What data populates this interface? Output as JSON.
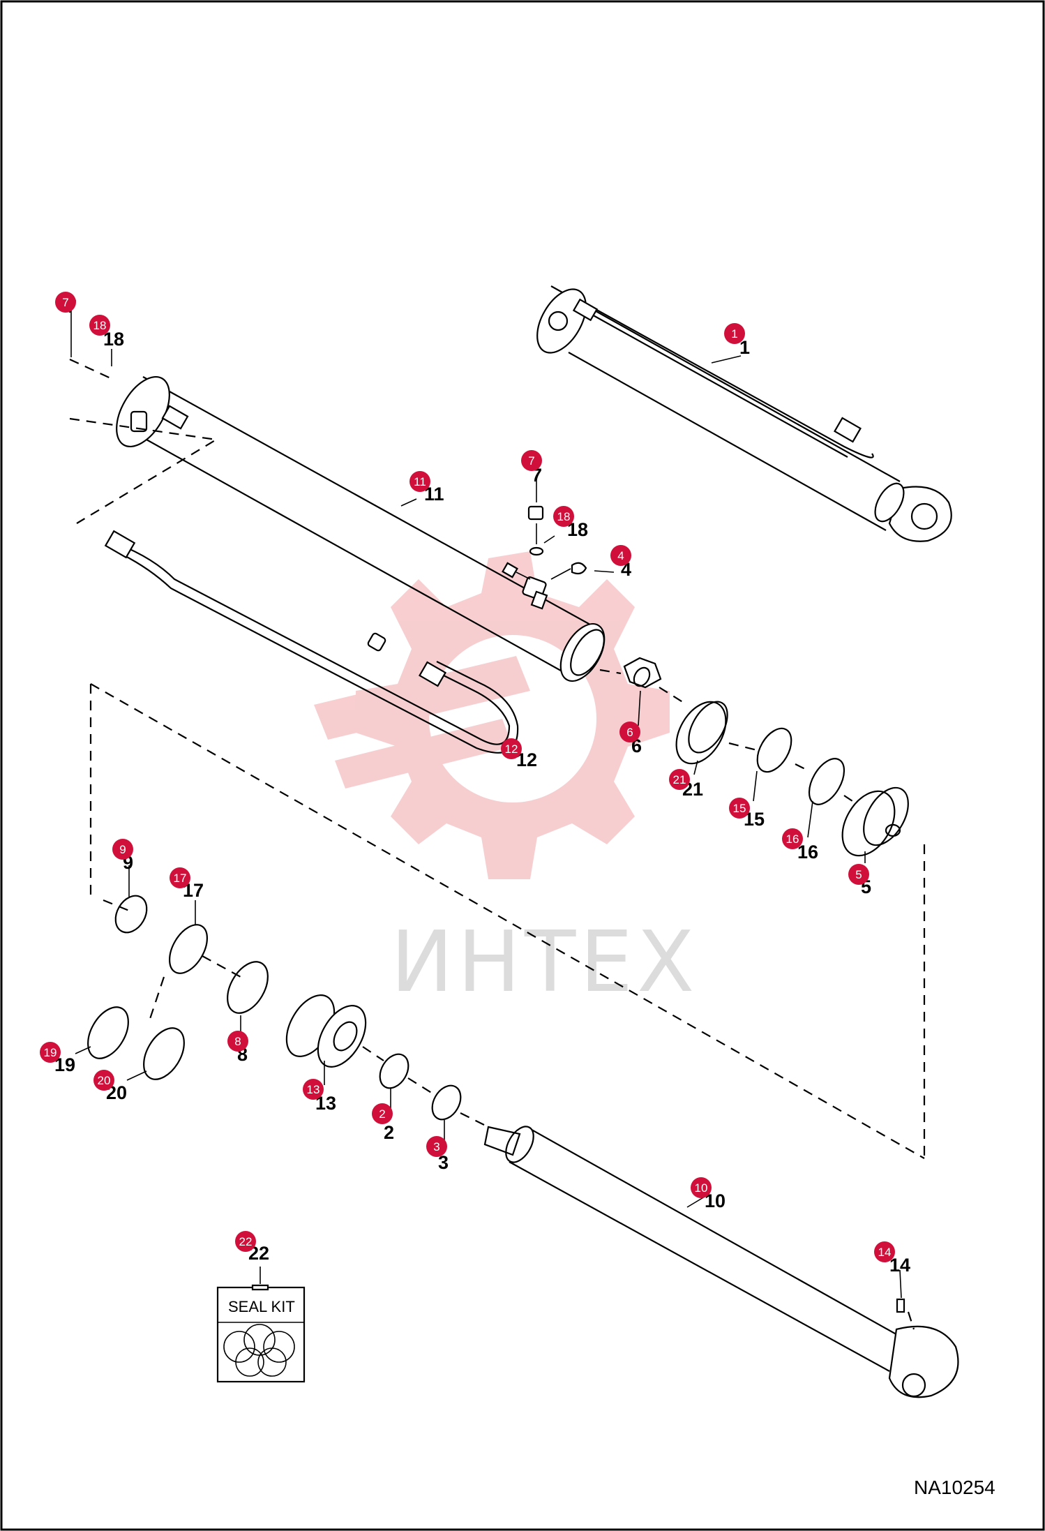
{
  "drawing_id": "NA10254",
  "watermark_text": "ИНТЕХ",
  "seal_kit_label": "SEAL KIT",
  "callout_color": "#d0103a",
  "parts": [
    {
      "id": "p1",
      "number": "1"
    },
    {
      "id": "p2",
      "number": "2"
    },
    {
      "id": "p3",
      "number": "3"
    },
    {
      "id": "p4",
      "number": "4"
    },
    {
      "id": "p5",
      "number": "5"
    },
    {
      "id": "p6",
      "number": "6"
    },
    {
      "id": "p7a",
      "number": "7"
    },
    {
      "id": "p7b",
      "number": "7"
    },
    {
      "id": "p8",
      "number": "8"
    },
    {
      "id": "p9",
      "number": "9"
    },
    {
      "id": "p10",
      "number": "10"
    },
    {
      "id": "p11",
      "number": "11"
    },
    {
      "id": "p12",
      "number": "12"
    },
    {
      "id": "p13",
      "number": "13"
    },
    {
      "id": "p14",
      "number": "14"
    },
    {
      "id": "p15",
      "number": "15"
    },
    {
      "id": "p16",
      "number": "16"
    },
    {
      "id": "p17",
      "number": "17"
    },
    {
      "id": "p18a",
      "number": "18"
    },
    {
      "id": "p18b",
      "number": "18"
    },
    {
      "id": "p19",
      "number": "19"
    },
    {
      "id": "p20",
      "number": "20"
    },
    {
      "id": "p21",
      "number": "21"
    },
    {
      "id": "p22",
      "number": "22"
    }
  ]
}
